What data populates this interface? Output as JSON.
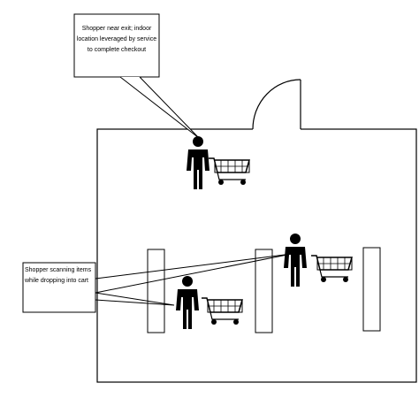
{
  "callouts": [
    {
      "text": "Shopper near exit; indoor location leveraged by service to complete checkout"
    },
    {
      "text": "Shopper scanning items while dropping into cart"
    }
  ],
  "figures": [
    {
      "name": "shopper-near-exit",
      "icon": "person-with-cart-icon"
    },
    {
      "name": "shopper-right-aisle",
      "icon": "person-with-cart-icon"
    },
    {
      "name": "shopper-left-aisle",
      "icon": "person-with-cart-icon"
    }
  ],
  "colors": {
    "stroke": "#000000",
    "background": "#ffffff"
  }
}
